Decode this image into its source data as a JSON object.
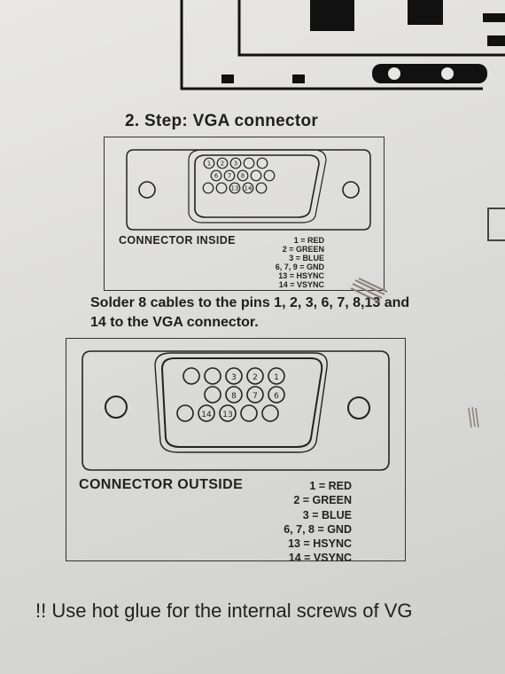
{
  "step_heading": "2. Step: VGA connector",
  "inside_diagram": {
    "label": "CONNECTOR   INSIDE",
    "pin_rows": [
      [
        "1",
        "2",
        "3",
        "",
        ""
      ],
      [
        "6",
        "7",
        "8",
        "",
        ""
      ],
      [
        "",
        "",
        "13",
        "14",
        ""
      ]
    ],
    "legend": [
      "1 = RED",
      "2 = GREEN",
      "3 = BLUE",
      "6, 7, 9 = GND",
      "13 = HSYNC",
      "14 = VSYNC"
    ]
  },
  "instruction": "Solder 8 cables to the pins 1, 2, 3, 6, 7, 8,13 and 14 to the VGA connector.",
  "outside_diagram": {
    "label": "CONNECTOR  OUTSIDE",
    "pin_rows": [
      [
        "",
        "",
        "3",
        "2",
        "1"
      ],
      [
        "",
        "8",
        "7",
        "6"
      ],
      [
        "",
        "14",
        "13",
        "",
        ""
      ]
    ],
    "legend": [
      "1 = RED",
      "2 = GREEN",
      "3 = BLUE",
      "6, 7, 8 = GND",
      "13 = HSYNC",
      "14 = VSYNC"
    ]
  },
  "glue_note": "!! Use hot glue for the internal screws of VG"
}
